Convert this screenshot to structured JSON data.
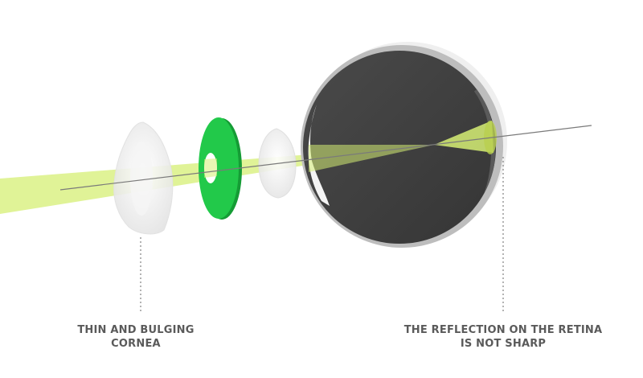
{
  "labels": {
    "cornea": {
      "line1": "THIN AND BULGING",
      "line2": "CORNEA"
    },
    "retina": {
      "line1": "THE REFLECTION ON THE RETINA",
      "line2": "IS NOT SHARP"
    }
  },
  "colors": {
    "light_beam": "#d6ef74",
    "iris": "#22c94a",
    "eyeball": "#3f3f3f",
    "eyeball_rim": "#b5b5b5",
    "optical_axis": "#7a7a7a",
    "lens_ghost": "#e9e9e9",
    "label_text": "#5a5a5a"
  }
}
